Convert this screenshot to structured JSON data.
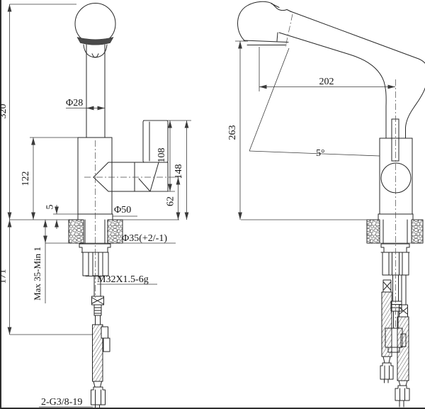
{
  "colors": {
    "background": "#ffffff",
    "outline": "#262626",
    "dimension_lines": "#3a3a3a",
    "aerator_band": "#4a4a4a"
  },
  "front_view": {
    "dims": {
      "total_height": "320",
      "spout_pipe_dia": "Φ28",
      "body_height": "122",
      "base_plate_thickness": "5",
      "base_dia": "Φ50",
      "mount_hole_dia": "Φ35(+2/-1)",
      "shank_thread": "M32X1.5-6g",
      "counter_thickness": "Max 35-Min 1",
      "under_counter_length": "171",
      "hose_thread": "2-G3/8-19",
      "handle_body_height": "108",
      "handle_top_height": "148",
      "valve_center_height": "62"
    }
  },
  "side_view": {
    "dims": {
      "spout_reach": "202",
      "head_height": "263",
      "tilt_angle": "5°"
    }
  }
}
